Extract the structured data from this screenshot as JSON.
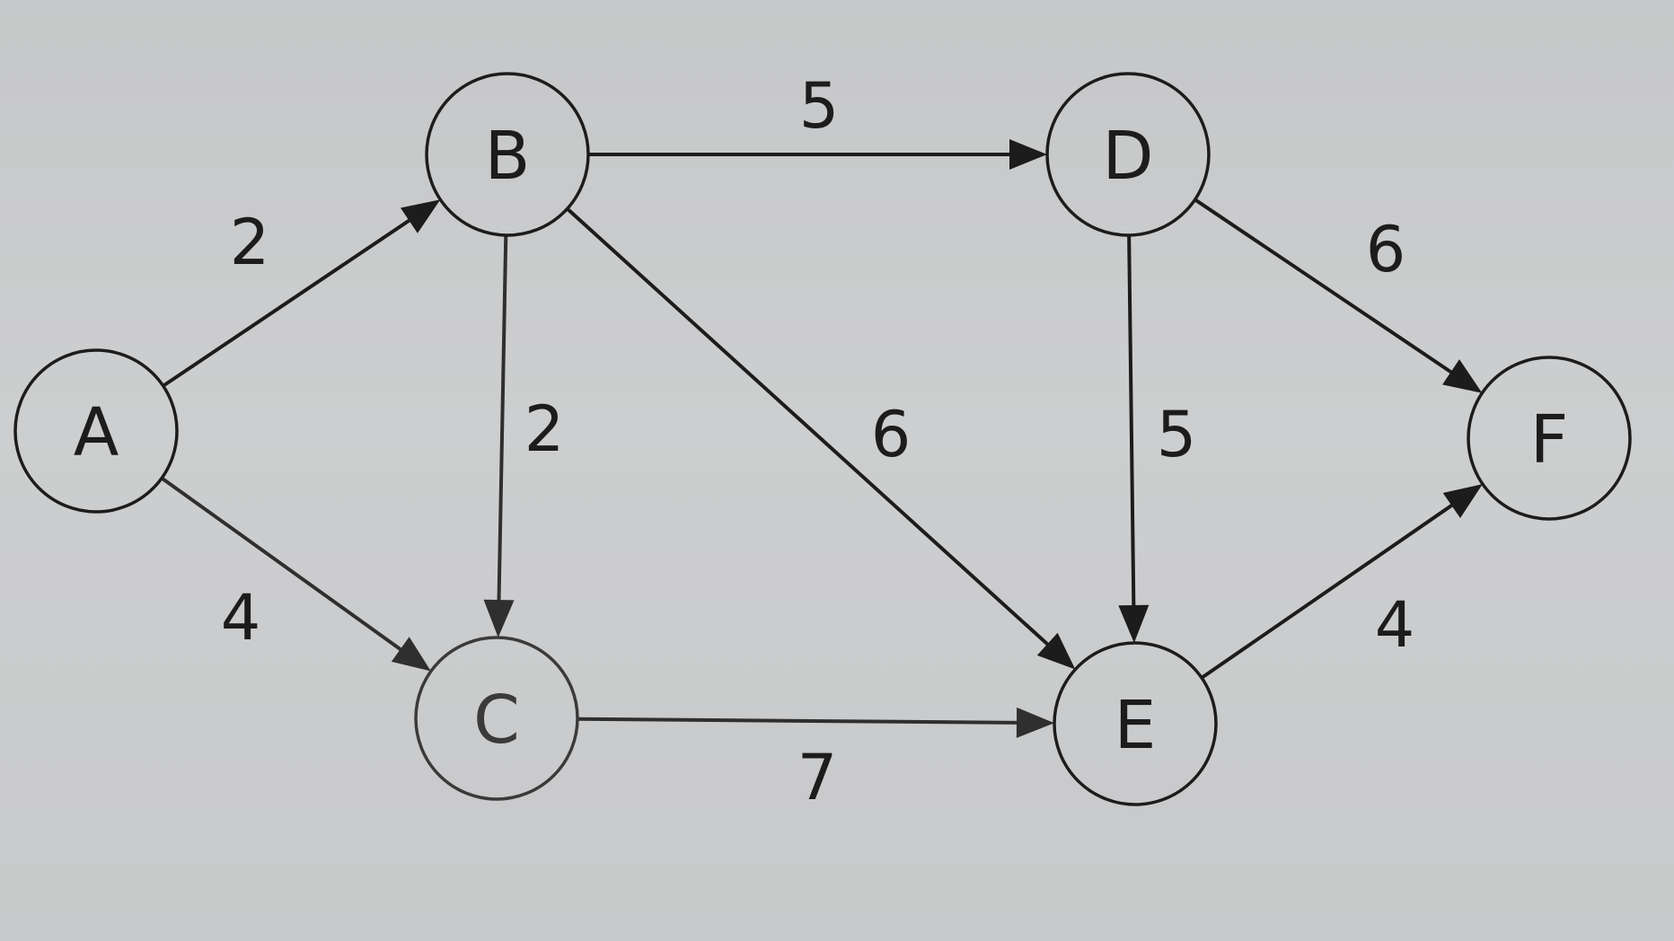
{
  "diagram": {
    "nodes": [
      {
        "id": "A",
        "label": "A"
      },
      {
        "id": "B",
        "label": "B"
      },
      {
        "id": "C",
        "label": "C"
      },
      {
        "id": "D",
        "label": "D"
      },
      {
        "id": "E",
        "label": "E"
      },
      {
        "id": "F",
        "label": "F"
      }
    ],
    "edges": [
      {
        "from": "A",
        "to": "B",
        "weight": "2"
      },
      {
        "from": "A",
        "to": "C",
        "weight": "4"
      },
      {
        "from": "B",
        "to": "C",
        "weight": "2"
      },
      {
        "from": "B",
        "to": "D",
        "weight": "5"
      },
      {
        "from": "B",
        "to": "E",
        "weight": "6"
      },
      {
        "from": "C",
        "to": "E",
        "weight": "7"
      },
      {
        "from": "D",
        "to": "E",
        "weight": "5"
      },
      {
        "from": "D",
        "to": "F",
        "weight": "6"
      },
      {
        "from": "E",
        "to": "F",
        "weight": "4"
      }
    ],
    "colors": {
      "background": "#c9cacb",
      "ink": "#1c1c1c"
    }
  }
}
